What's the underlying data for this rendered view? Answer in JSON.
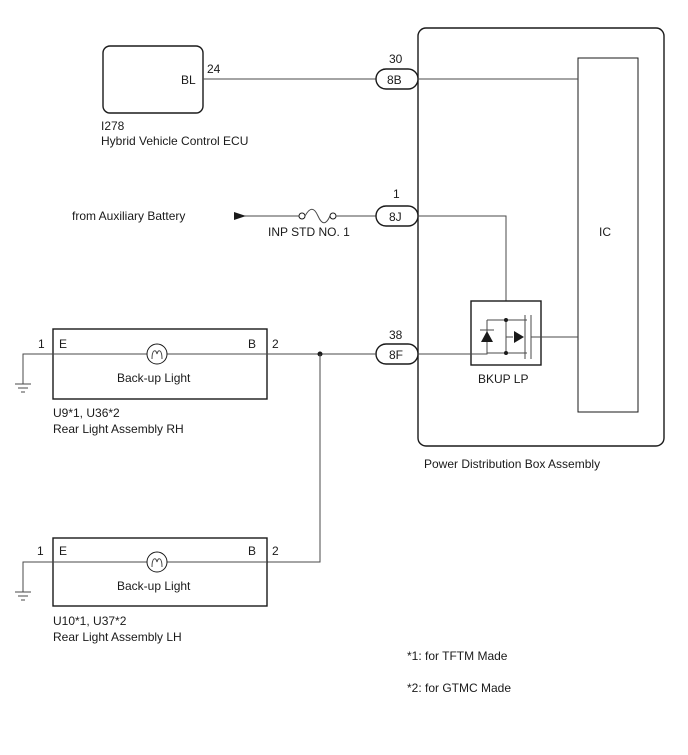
{
  "ecu": {
    "terminal_label": "BL",
    "pin": "24",
    "code": "I278",
    "name": "Hybrid Vehicle Control ECU"
  },
  "pdb": {
    "name": "Power Distribution Box Assembly",
    "ic_label": "IC",
    "relay_label": "BKUP LP",
    "connectors": [
      {
        "pin": "30",
        "code": "8B"
      },
      {
        "pin": "1",
        "code": "8J"
      },
      {
        "pin": "38",
        "code": "8F"
      }
    ]
  },
  "battery": {
    "text": "from Auxiliary Battery",
    "fuse_label": "INP STD NO. 1"
  },
  "rh_light": {
    "left_pin": "1",
    "left_terminal": "E",
    "right_terminal": "B",
    "right_pin": "2",
    "bulb_label": "Back-up Light",
    "code": "U9*1, U36*2",
    "name": "Rear Light Assembly RH"
  },
  "lh_light": {
    "left_pin": "1",
    "left_terminal": "E",
    "right_terminal": "B",
    "right_pin": "2",
    "bulb_label": "Back-up Light",
    "code": "U10*1, U37*2",
    "name": "Rear Light Assembly LH"
  },
  "notes": [
    "*1: for TFTM Made",
    "*2: for GTMC Made"
  ]
}
